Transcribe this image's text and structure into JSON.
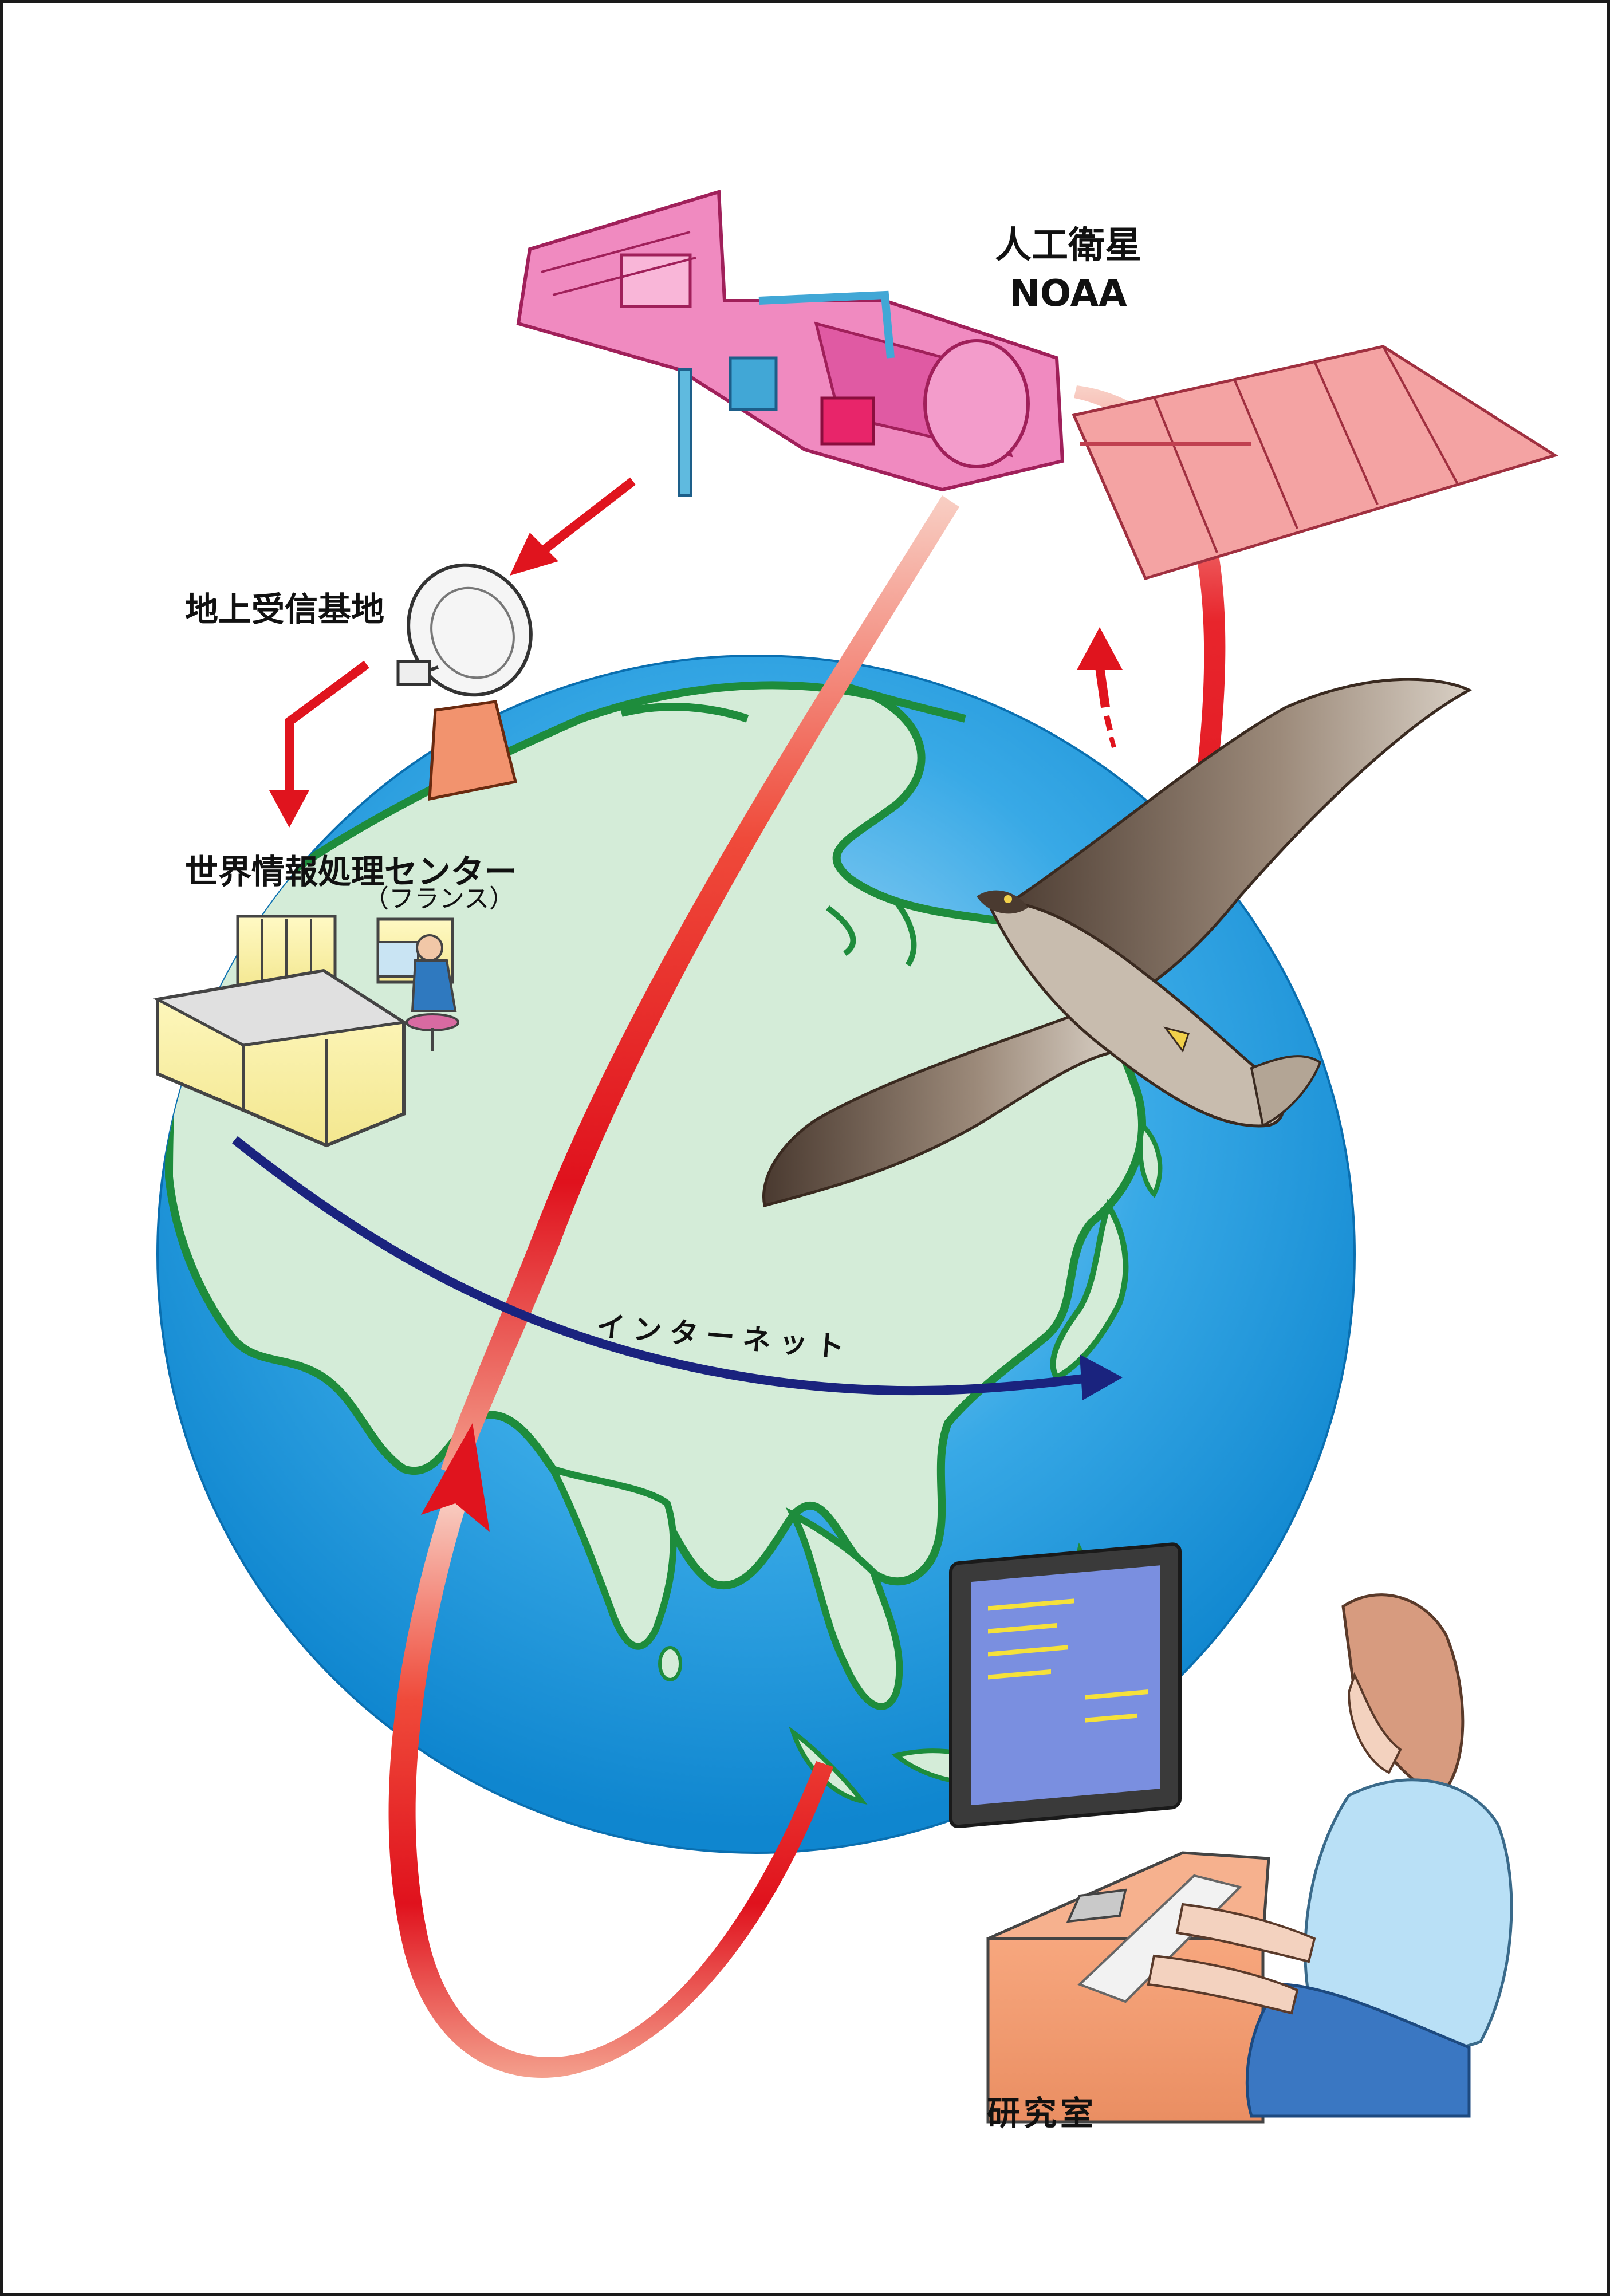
{
  "labels": {
    "satellite_line1": "人工衛星",
    "satellite_line2": "NOAA",
    "ground_station": "地上受信基地",
    "processing_center": "世界情報処理センター",
    "processing_center_country": "（フランス）",
    "internet": "インターネット",
    "laboratory": "研究室"
  },
  "colors": {
    "ocean": "#2a9fe0",
    "land": "#d4ecd8",
    "coast": "#1e8c3c",
    "orbit": "#e51e27",
    "flow_arrow": "#e0141e",
    "internet_arrow": "#1a237e",
    "satellite": "#e878b8",
    "solar_panel": "#f4a3a3"
  }
}
